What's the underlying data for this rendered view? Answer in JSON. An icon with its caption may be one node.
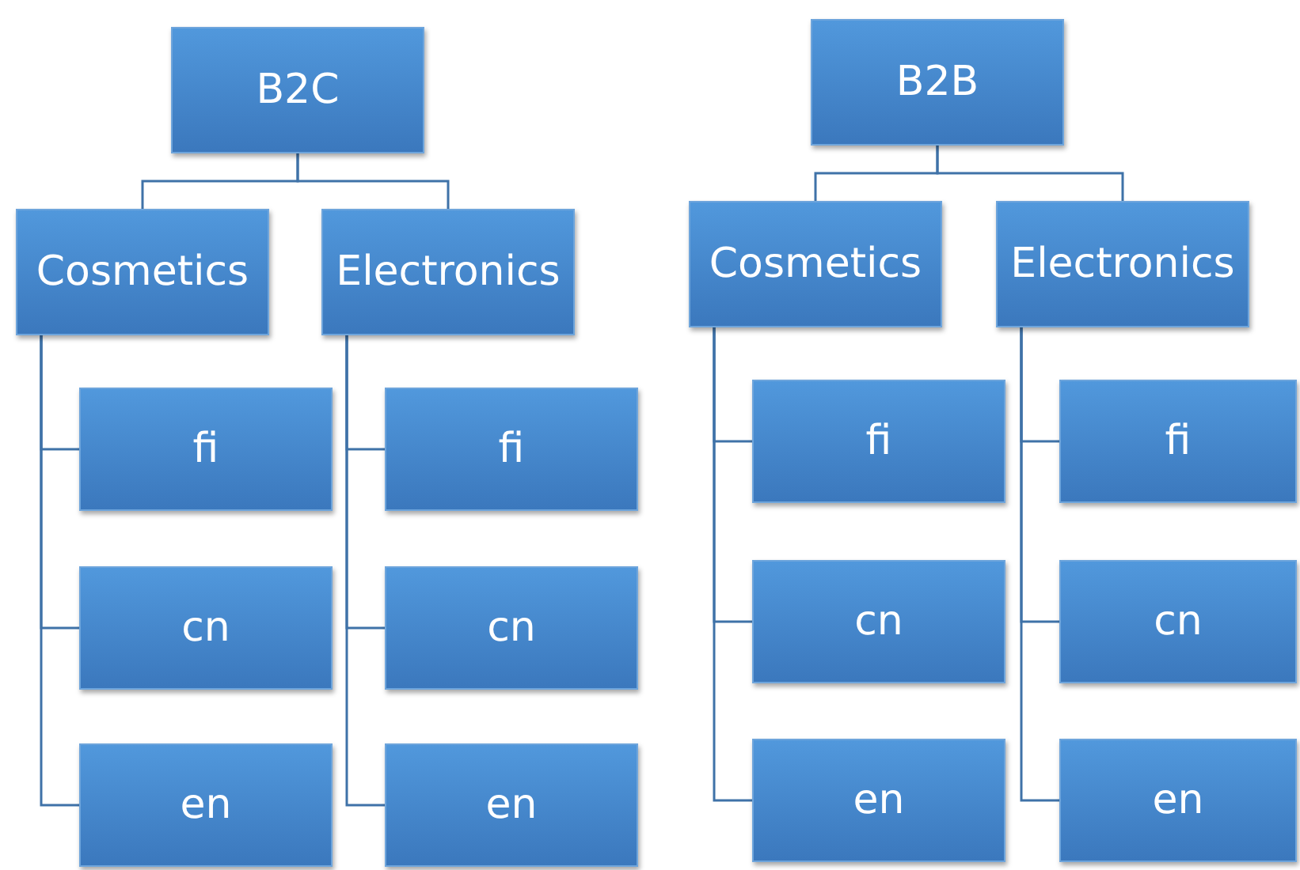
{
  "diagram": {
    "nodes": [
      {
        "text": [
          "B2C"
        ]
      },
      {
        "text": [
          "Cosmetics"
        ]
      },
      {
        "text": [
          "Electronics"
        ]
      },
      {
        "text": [
          "fi"
        ]
      },
      {
        "text": [
          "cn"
        ]
      },
      {
        "text": [
          "en"
        ]
      },
      {
        "text": [
          "fi"
        ]
      },
      {
        "text": [
          "cn"
        ]
      },
      {
        "text": [
          "en"
        ]
      },
      {
        "text": [
          "B2B"
        ]
      },
      {
        "text": [
          "Cosmetics"
        ]
      },
      {
        "text": [
          "Electronics"
        ]
      },
      {
        "text": [
          "fi"
        ]
      },
      {
        "text": [
          "cn"
        ]
      },
      {
        "text": [
          "en"
        ]
      },
      {
        "text": [
          "fi"
        ]
      },
      {
        "text": [
          "cn"
        ]
      },
      {
        "text": [
          "en"
        ]
      }
    ],
    "edges": [
      {
        "from": 0,
        "to": 1,
        "arrow": "none"
      },
      {
        "from": 0,
        "to": 2,
        "arrow": "none"
      },
      {
        "from": 1,
        "to": 3,
        "arrow": "none"
      },
      {
        "from": 1,
        "to": 4,
        "arrow": "none"
      },
      {
        "from": 1,
        "to": 5,
        "arrow": "none"
      },
      {
        "from": 2,
        "to": 6,
        "arrow": "none"
      },
      {
        "from": 2,
        "to": 7,
        "arrow": "none"
      },
      {
        "from": 2,
        "to": 8,
        "arrow": "none"
      },
      {
        "from": 9,
        "to": 10,
        "arrow": "none"
      },
      {
        "from": 9,
        "to": 11,
        "arrow": "none"
      },
      {
        "from": 10,
        "to": 12,
        "arrow": "none"
      },
      {
        "from": 10,
        "to": 13,
        "arrow": "none"
      },
      {
        "from": 10,
        "to": 14,
        "arrow": "none"
      },
      {
        "from": 11,
        "to": 15,
        "arrow": "none"
      },
      {
        "from": 11,
        "to": 16,
        "arrow": "none"
      },
      {
        "from": 11,
        "to": 17,
        "arrow": "none"
      }
    ]
  }
}
